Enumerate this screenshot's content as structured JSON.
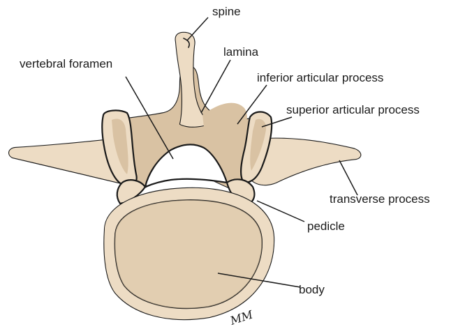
{
  "labels": {
    "spine": "spine",
    "lamina": "lamina",
    "vertebral_foramen": "vertebral foramen",
    "inferior_articular_process": "inferior articular process",
    "superior_articular_process": "superior articular process",
    "transverse_process": "transverse process",
    "pedicle": "pedicle",
    "body": "body"
  },
  "signature": "MM",
  "colors": {
    "bone": "#eddcc4",
    "bone_shade": "#d9c2a3",
    "ink": "#1a1a1a",
    "background": "#ffffff"
  }
}
